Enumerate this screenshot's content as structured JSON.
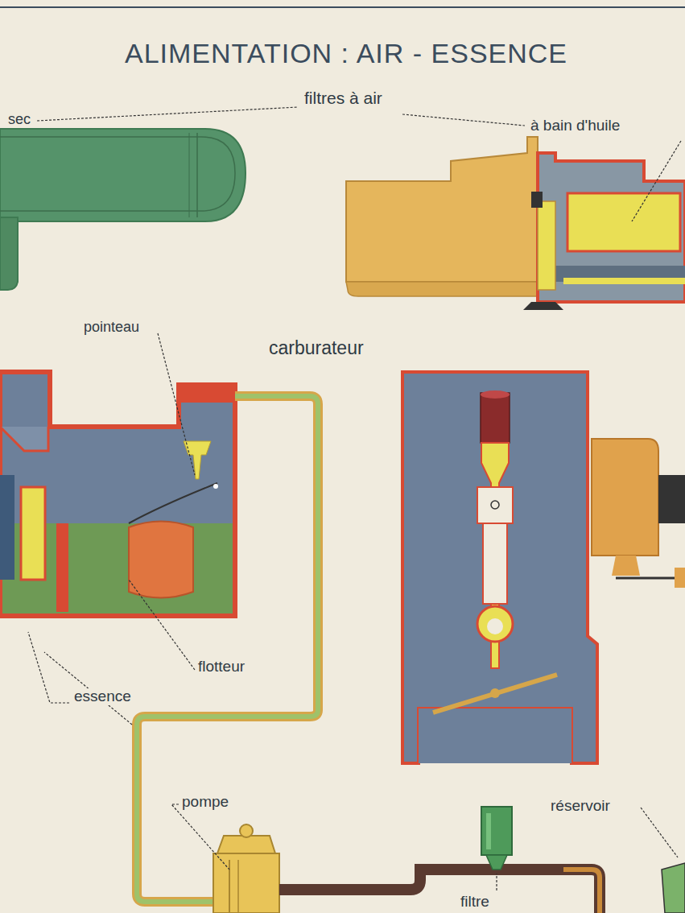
{
  "diagram": {
    "title": "ALIMENTATION : AIR - ESSENCE",
    "labels": [
      "sec",
      "filtres à air",
      "à bain d'huile",
      "pointeau",
      "carburateur",
      "flotteur",
      "essence",
      "pompe",
      "réservoir",
      "filtre"
    ]
  }
}
